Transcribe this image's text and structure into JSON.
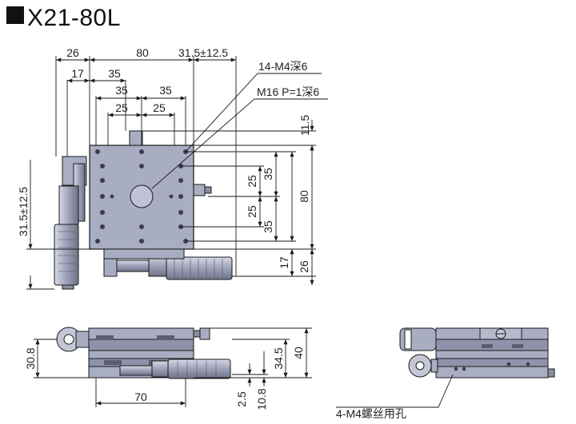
{
  "title": "X21-80L",
  "dimensions": {
    "top_26": "26",
    "top_80": "80",
    "top_315": "31.5±12.5",
    "top_17": "17",
    "top_35": "35",
    "top_35b": "35",
    "top_35c": "35",
    "top_25a": "25",
    "top_25b": "25",
    "right_115": "11.5",
    "right_35a": "35",
    "right_25a": "25",
    "right_25b": "25",
    "right_35b": "35",
    "right_80": "80",
    "right_17": "17",
    "right_26": "26",
    "left_315": "31.5±12.5",
    "side_308": "30.8",
    "side_345": "34.5",
    "side_40": "40",
    "side_70": "70",
    "side_25": "2.5",
    "side_108": "10.8"
  },
  "callouts": {
    "m4_deep": "14-M4深6",
    "m16": "M16 P=1深6",
    "m4_screw": "4-M4螺丝用孔"
  },
  "colors": {
    "stage_fill": "#a9adc2",
    "stage_dark": "#7d8197",
    "line": "#1a1a1a"
  }
}
